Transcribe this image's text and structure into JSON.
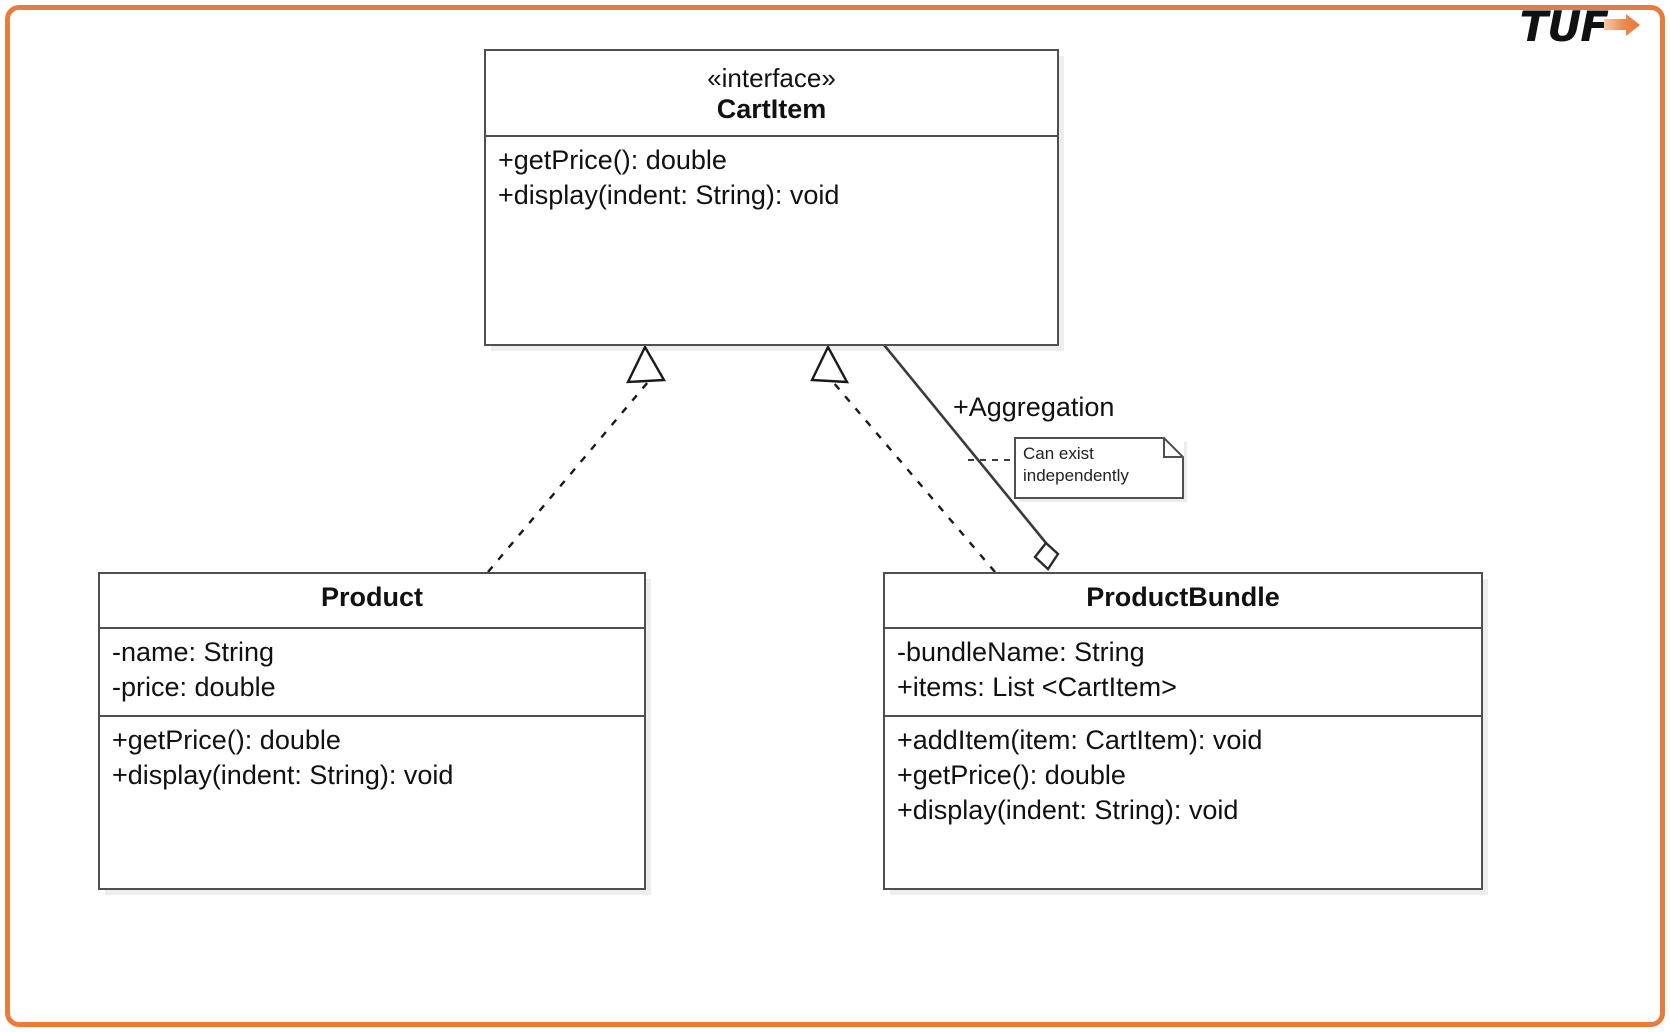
{
  "page": {
    "title": "UML Class Diagram - Composite / Aggregation",
    "border_color": "#e87b3e",
    "background": "#ffffff"
  },
  "logo": {
    "text": "TUF",
    "arrow_icon": "arrow-right-icon",
    "arrow_color": "#e87b3e",
    "text_color": "#111111"
  },
  "diagram": {
    "type": "uml-class-diagram",
    "classes": [
      {
        "id": "cartitem",
        "stereotype": "«interface»",
        "name": "CartItem",
        "attributes": [],
        "operations": [
          "+getPrice(): double",
          "+display(indent: String): void"
        ]
      },
      {
        "id": "product",
        "stereotype": "",
        "name": "Product",
        "attributes": [
          "-name: String",
          "-price: double"
        ],
        "operations": [
          "+getPrice(): double",
          "+display(indent: String): void"
        ]
      },
      {
        "id": "productbundle",
        "stereotype": "",
        "name": "ProductBundle",
        "attributes": [
          "-bundleName: String",
          "+items: List <CartItem>"
        ],
        "operations": [
          "+addItem(item: CartItem): void",
          "+getPrice(): double",
          "+display(indent: String): void"
        ]
      }
    ],
    "relationships": [
      {
        "id": "realize-product",
        "type": "realization",
        "from": "Product",
        "to": "CartItem",
        "line": "dashed",
        "arrowhead": "hollow-triangle",
        "label": ""
      },
      {
        "id": "realize-productbundle",
        "type": "realization",
        "from": "ProductBundle",
        "to": "CartItem",
        "line": "dashed",
        "arrowhead": "hollow-triangle",
        "label": ""
      },
      {
        "id": "aggregation-bundle-cartitem",
        "type": "aggregation",
        "from": "ProductBundle",
        "to": "CartItem",
        "line": "solid",
        "arrowhead": "hollow-diamond",
        "label": "+Aggregation"
      }
    ],
    "notes": [
      {
        "id": "note-independent",
        "text": "Can exist independently",
        "attached_to": "aggregation-bundle-cartitem"
      }
    ]
  }
}
